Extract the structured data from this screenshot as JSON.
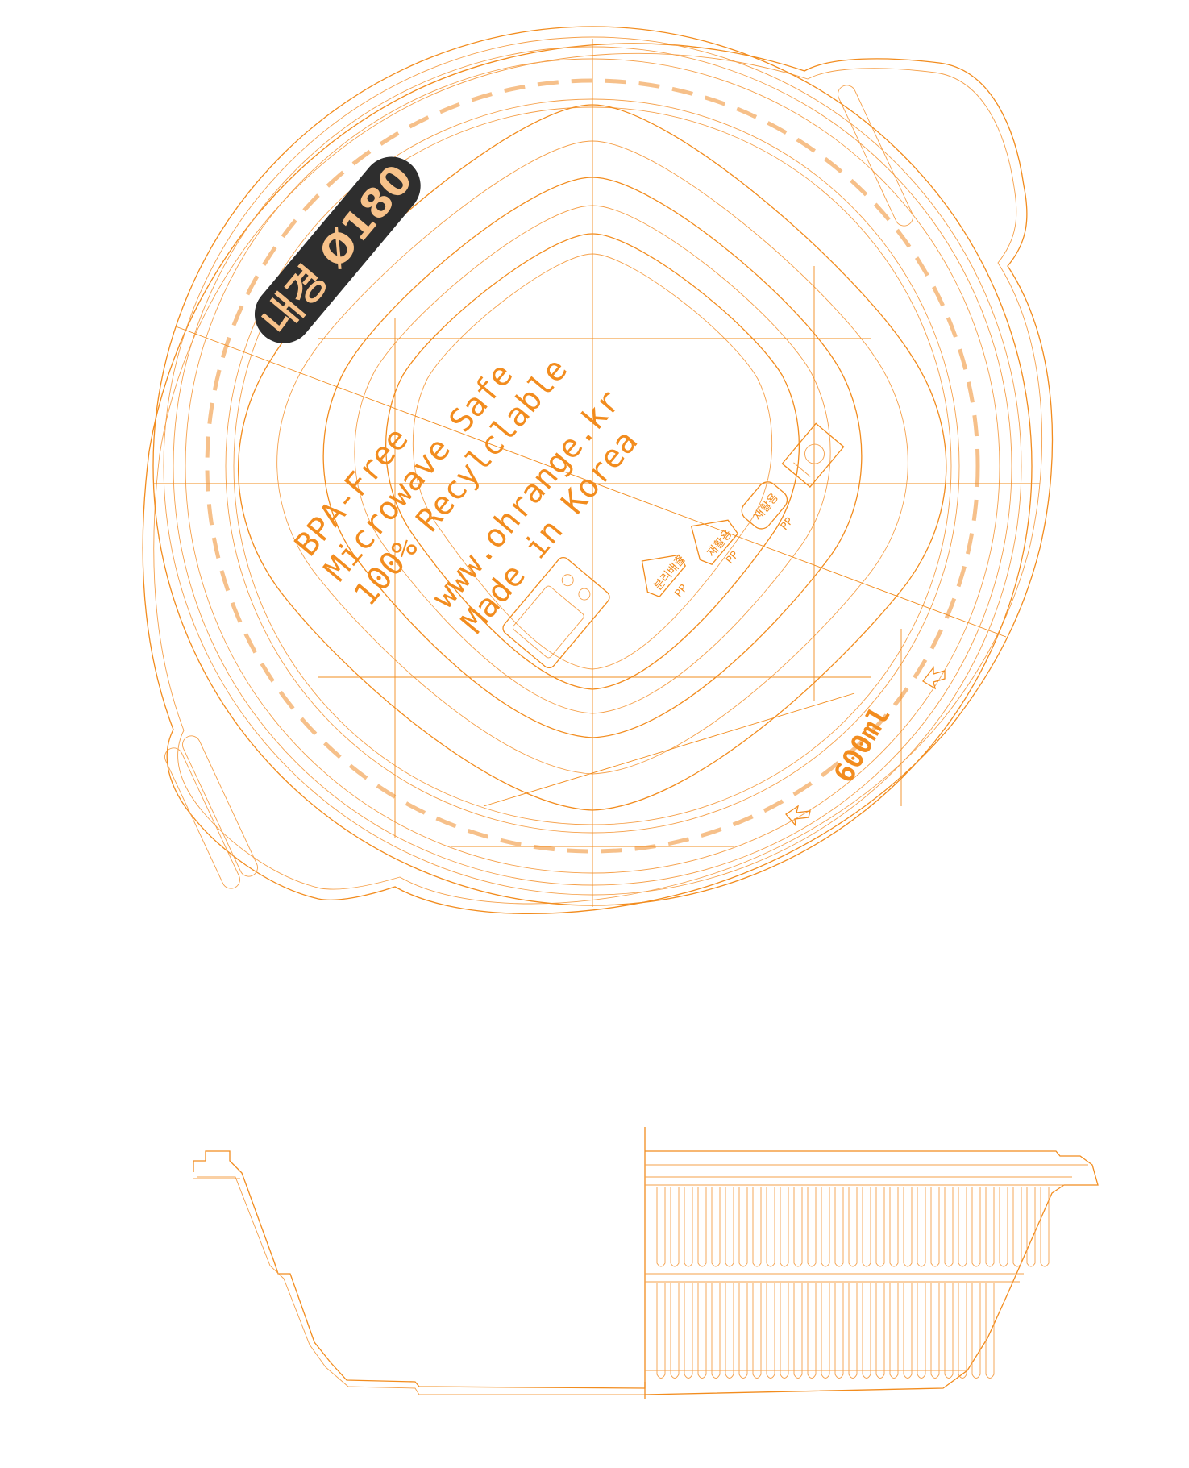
{
  "badge": {
    "label": "내경 Ø180"
  },
  "lid_text": {
    "line1": "BPA-Free",
    "line2": "Microwave Safe",
    "line3": "100% Recylclable",
    "line4": "www.ohrange.kr",
    "line5": "Made in Korea"
  },
  "capacity": "600ml",
  "recycle_marks": [
    {
      "label": "분리배출",
      "material": "PP"
    },
    {
      "label": "재활용",
      "material": "PP"
    },
    {
      "label": "재활용",
      "material": "PP"
    }
  ],
  "colors": {
    "line": "#f28c1e",
    "dash": "#f6c08a",
    "badge_bg": "#2e2e2e",
    "badge_text": "#f7c28a"
  }
}
